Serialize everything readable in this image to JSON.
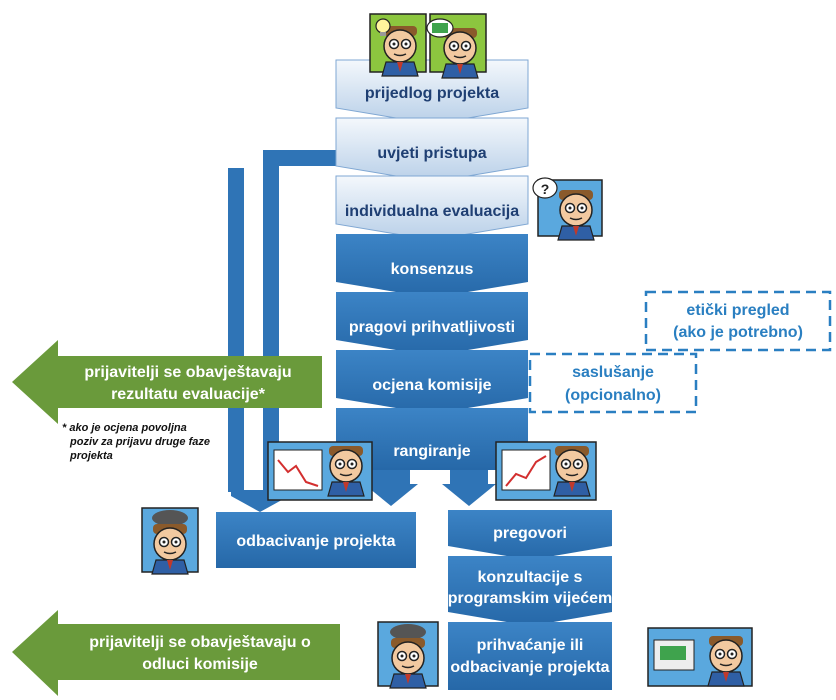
{
  "steps": {
    "prijedlog": "prijedlog projekta",
    "uvjeti": "uvjeti pristupa",
    "individualna": "individualna evaluacija",
    "konsenzus": "konsenzus",
    "pragovi": "pragovi prihvatljivosti",
    "ocjena": "ocjena komisije",
    "rangiranje": "rangiranje",
    "odbacivanje": "odbacivanje projekta",
    "pregovori": "pregovori",
    "konzultacije_1": "konzultacije s",
    "konzultacije_2": "programskim vijećem",
    "prihvacanje_1": "prihvaćanje ili",
    "prihvacanje_2": "odbacivanje projekta"
  },
  "side_boxes": {
    "eticki_1": "etički pregled",
    "eticki_2": "(ako je potrebno)",
    "saslusanje_1": "saslušanje",
    "saslusanje_2": "(opcionalno)"
  },
  "arrows": {
    "top_1": "prijavitelji se obavještavaju",
    "top_2": "rezultatu evaluacije*",
    "bottom_1": "prijavitelji se obavještavaju o",
    "bottom_2": "odluci komisije"
  },
  "footnote": {
    "line_1": "* ako je ocjena povoljna",
    "line_2": "poziv za prijavu druge faze",
    "line_3": "projekta"
  },
  "colors": {
    "dark_blue": "#2f74b6",
    "light_blue": "#c7d9ee",
    "green_arrow": "#6a9a3b",
    "dashed": "#2a7fc1"
  },
  "icons": [
    "lightbulb-icon",
    "money-icon",
    "question-icon",
    "chart-down-icon",
    "chart-up-icon",
    "raincloud-icon",
    "cash-icon"
  ]
}
